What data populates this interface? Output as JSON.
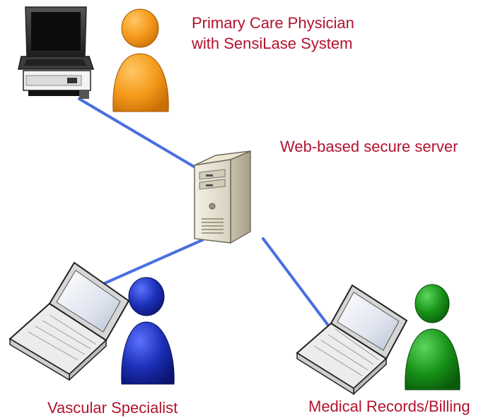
{
  "labels": {
    "primary_care_line1": "Primary Care Physician",
    "primary_care_line2": "with SensiLase System",
    "server": "Web-based secure server",
    "vascular": "Vascular Specialist",
    "records": "Medical Records/Billing"
  },
  "colors": {
    "label_text": "#b3132e",
    "connection_line": "#4a6fe0",
    "person_orange": "#f59a1a",
    "person_blue": "#1c2fb8",
    "person_green": "#179217"
  }
}
